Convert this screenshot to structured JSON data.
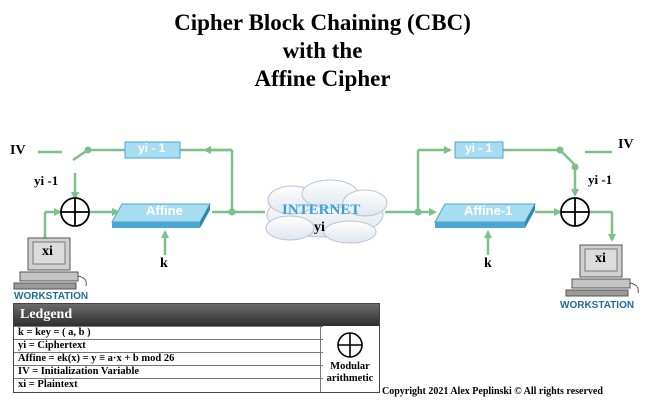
{
  "title": {
    "line1": "Cipher Block Chaining (CBC)",
    "line2": "with the",
    "line3": "Affine Cipher"
  },
  "left": {
    "iv_label": "IV",
    "feedback_box": "yi - 1",
    "yi_minus_label": "yi -1",
    "cipher_box": "Affine",
    "key_label": "k",
    "workstation_text": "xi",
    "workstation_label": "WORKSTATION"
  },
  "internet": {
    "label": "INTERNET",
    "sub": "yi"
  },
  "right": {
    "iv_label": "IV",
    "feedback_box": "yi - 1",
    "yi_minus_label": "yi -1",
    "cipher_box": "Affine-1",
    "key_label": "k",
    "workstation_text": "xi",
    "workstation_label": "WORKSTATION"
  },
  "legend": {
    "title": "Ledgend",
    "rows": [
      "k      = key = ( a, b )",
      "yi     = Ciphertext",
      "Affine =  ek(x) = y ≡ a·x + b mod 26",
      "IV    = Initialization Variable",
      "xi     = Plaintext"
    ],
    "symbol_caption_1": "Modular",
    "symbol_caption_2": "arithmetic"
  },
  "copyright": "Copyright 2021 Alex Peplinski © All rights reserved",
  "colors": {
    "line": "#7cc08a",
    "box_fill": "#a8dcf0",
    "box_border": "#4aa8d0",
    "box_text": "#ffffff",
    "internet_text": "#3aa0d8",
    "workstation_label": "#1e6e9a"
  }
}
